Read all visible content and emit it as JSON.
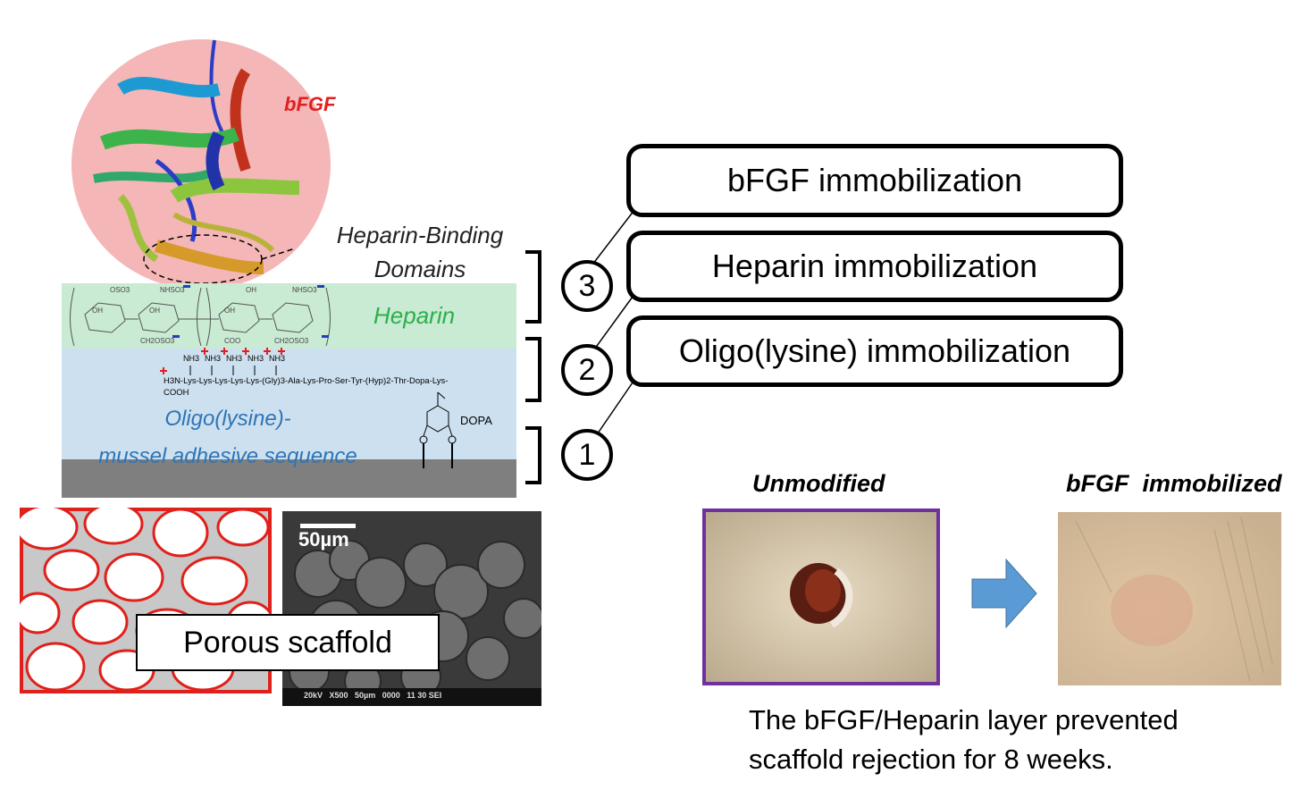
{
  "protein": {
    "label": "bFGF",
    "domains_label": [
      "Heparin-Binding",
      "Domains"
    ]
  },
  "layers": {
    "heparin": "Heparin",
    "oligo": [
      "Oligo(lysine)-",
      "mussel adhesive sequence"
    ],
    "peptide_sequence": "H3N-Lys-Lys-Lys-Lys-Lys-(Gly)3-Ala-Lys-Pro-Ser-Tyr-(Hyp)2-Thr-Dopa-Lys-",
    "peptide_end": "COOH",
    "amine_label": "NH3",
    "dopa_label": "DOPA",
    "heparin_groups": [
      "OSO3",
      "NHSO3",
      "OH",
      "NHSO3",
      "OH",
      "OH",
      "OH",
      "CH2OSO3",
      "COO",
      "CH2OSO3"
    ]
  },
  "steps": [
    {
      "number": "3",
      "label": "bFGF immobilization"
    },
    {
      "number": "2",
      "label": "Heparin  immobilization"
    },
    {
      "number": "1",
      "label": "Oligo(lysine) immobilization"
    }
  ],
  "scaffold": {
    "label": "Porous scaffold",
    "scale_bar": "50µm",
    "sem_footer": "20kV   X500   50µm   0000   11 30 SEI"
  },
  "results": {
    "unmodified": "Unmodified",
    "immobilized": "bFGF  immobilized",
    "caption": [
      "The bFGF/Heparin layer prevented",
      "scaffold rejection for 8 weeks."
    ]
  },
  "colors": {
    "protein_bg": "#f4b6b6",
    "heparin_layer": "#c9ead3",
    "oligo_layer": "#cde0ef",
    "substrate": "#7f7f7f",
    "heparin_text": "#2bb04a",
    "oligo_text": "#2e75b6",
    "bfgf_text": "#e02020",
    "arrow": "#5b9bd5",
    "scaffold_border": "#e0201a",
    "photo_frame": "#7030a0"
  }
}
